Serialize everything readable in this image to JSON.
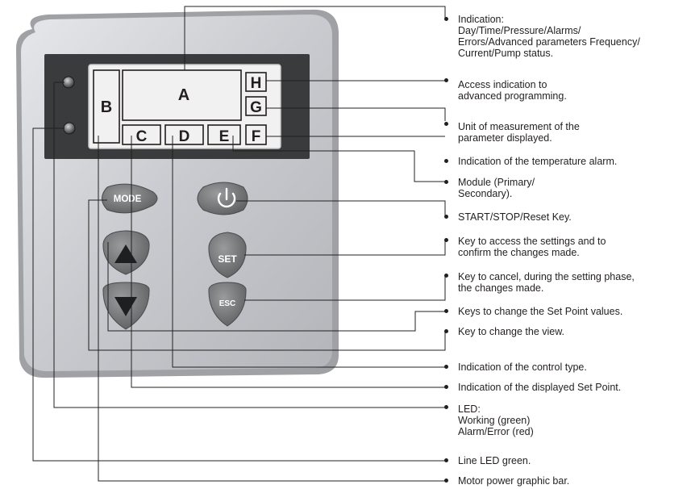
{
  "display": {
    "A": "A",
    "B": "B",
    "C": "C",
    "D": "D",
    "E": "E",
    "F": "F",
    "G": "G",
    "H": "H"
  },
  "keys": {
    "mode": "MODE",
    "set": "SET",
    "esc": "ESC",
    "power_icon": "power-icon",
    "up_icon": "triangle-up-icon",
    "down_icon": "triangle-down-icon"
  },
  "callouts": [
    {
      "id": "A",
      "text": "Indication:\nDay/Time/Pressure/Alarms/\nErrors/Advanced parameters Frequency/\nCurrent/Pump status."
    },
    {
      "id": "H",
      "text": "Access indication to\nadvanced programming."
    },
    {
      "id": "G",
      "text": "Unit of measurement of the\nparameter displayed."
    },
    {
      "id": "F",
      "text": "Indication of the temperature alarm."
    },
    {
      "id": "E",
      "text": "Module (Primary/\nSecondary)."
    },
    {
      "id": "power",
      "text": "START/STOP/Reset Key."
    },
    {
      "id": "set",
      "text": "Key to access the settings and to\nconfirm the changes made."
    },
    {
      "id": "esc",
      "text": "Key to cancel, during the setting phase,\nthe changes made."
    },
    {
      "id": "updown",
      "text": "Keys to change the Set Point values."
    },
    {
      "id": "mode",
      "text": "Key to change the view."
    },
    {
      "id": "D",
      "text": "Indication of the control type."
    },
    {
      "id": "C",
      "text": "Indication of the displayed Set Point."
    },
    {
      "id": "led",
      "text": "LED:\nWorking (green)\nAlarm/Error (red)"
    },
    {
      "id": "lineled",
      "text": "Line LED green."
    },
    {
      "id": "B",
      "text": "Motor power graphic bar."
    }
  ],
  "colors": {
    "panel": "#c9cbd0",
    "faceplate": "#3a3b3d",
    "lcd": "#f1f1f1",
    "keys": "#6d6e70",
    "line": "#231f20"
  }
}
